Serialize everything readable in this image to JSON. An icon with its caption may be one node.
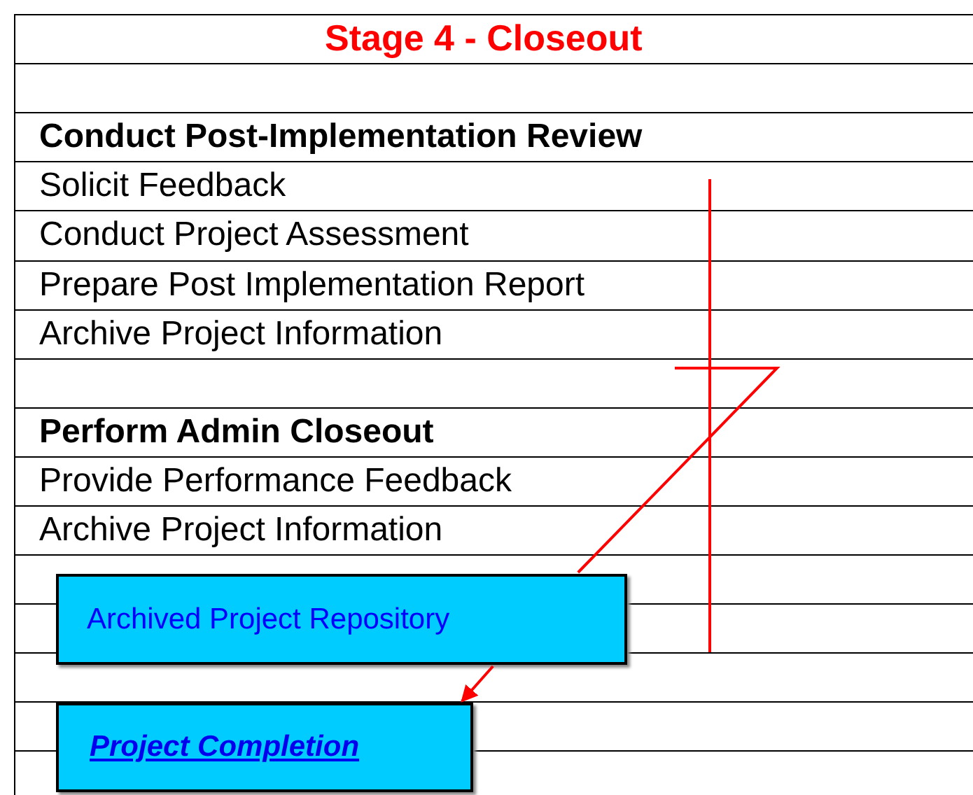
{
  "diagram": {
    "title": "Stage 4 - Closeout",
    "nodes": [
      {
        "text": [
          "Archived Project Repository"
        ]
      },
      {
        "text": [
          "Project Completion"
        ]
      }
    ],
    "edges": [
      {
        "from": null,
        "to": 0,
        "arrow": "none",
        "color": "#ff0000"
      },
      {
        "from": 0,
        "to": 1,
        "arrow": "to",
        "color": "#ff0000"
      }
    ],
    "labels": [
      "Conduct Post-Implementation Review",
      "Solicit Feedback",
      "Conduct Project Assessment",
      "Prepare Post Implementation Report",
      "Archive Project Information",
      "Perform Admin Closeout",
      "Provide Performance Feedback",
      "Archive Project Information"
    ]
  }
}
